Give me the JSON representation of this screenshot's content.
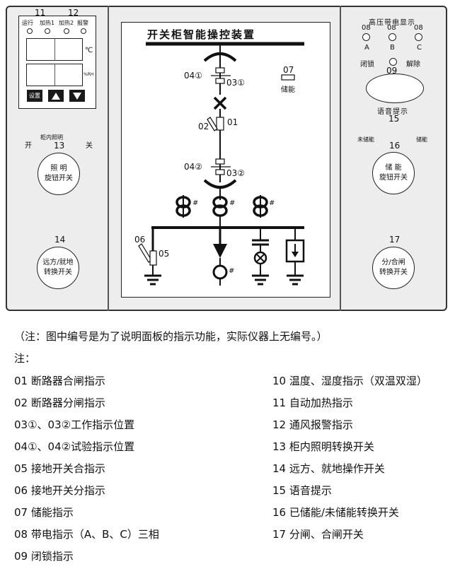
{
  "panel": {
    "left": {
      "num11": "11",
      "num12": "12",
      "ind_run": "运行",
      "ind_heat1": "加热1",
      "ind_heat2": "加热2",
      "ind_alarm": "报警",
      "unit_c": "℃",
      "unit_rh": "%RH",
      "btn_set": "设置",
      "light_label": "柜内照明",
      "light_on": "开",
      "light_off": "关",
      "num13": "13",
      "knob13_l1": "照  明",
      "knob13_l2": "旋钮开关",
      "num14": "14",
      "knob14_l1": "远方/就地",
      "knob14_l2": "转换开关"
    },
    "center": {
      "title": "开关柜智能操控装置",
      "lbl_04_1": "04①",
      "lbl_03_1": "03①",
      "lbl_07": "07",
      "lbl_storage": "储能",
      "lbl_02": "02",
      "lbl_01": "01",
      "lbl_04_2": "04②",
      "lbl_03_2": "03②",
      "lbl_06": "06",
      "lbl_05": "05",
      "hash": "#"
    },
    "right": {
      "hv_title": "高压带电显示",
      "num08": "08",
      "phase_a": "A",
      "phase_b": "B",
      "phase_c": "C",
      "lock": "闭锁",
      "unlock": "解除",
      "num09": "09",
      "voice": "语音提示",
      "num15": "15",
      "not_stored": "未储能",
      "stored": "储能",
      "num16": "16",
      "knob16_l1": "储  能",
      "knob16_l2": "旋钮开关",
      "num17": "17",
      "knob17_l1": "分/合闸",
      "knob17_l2": "转换开关"
    }
  },
  "notes": {
    "disclaimer": "（注：图中编号是为了说明面板的指示功能，实际仪器上无编号。）",
    "heading": "注：",
    "left": [
      "01 断路器合闸指示",
      "02 断路器分闸指示",
      "03①、03②工作指示位置",
      "04①、04②试验指示位置",
      "05 接地开关合指示",
      "06 接地开关分指示",
      "07 储能指示",
      "08 带电指示（A、B、C）三相",
      "09 闭锁指示"
    ],
    "right": [
      "10 温度、湿度指示（双温双湿）",
      "11 自动加热指示",
      "12 通风报警指示",
      "13 柜内照明转换开关",
      "14 远方、就地操作开关",
      "15 语音提示",
      "16 已储能/未储能转换开关",
      "17 分闸、合闸开关"
    ]
  }
}
